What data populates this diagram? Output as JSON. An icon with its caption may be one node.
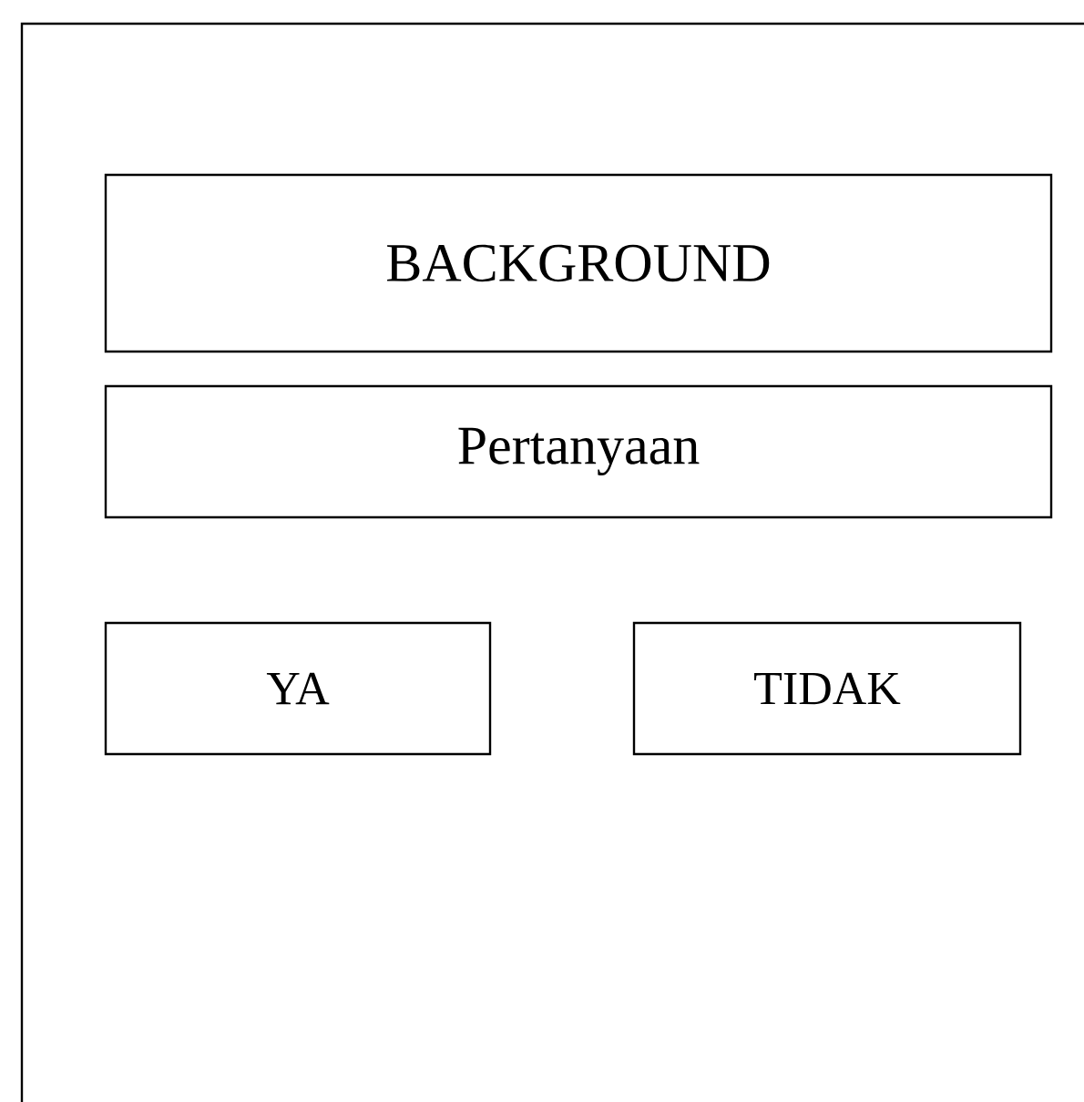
{
  "diagram": {
    "nodes": [
      {
        "text": [],
        "shape": "box"
      },
      {
        "text": [
          "BACKGROUND"
        ],
        "in": 0
      },
      {
        "text": [
          "Pertanyaan"
        ],
        "in": 0
      },
      {
        "text": [
          "YA"
        ],
        "in": 0
      },
      {
        "text": [
          "TIDAK"
        ],
        "in": 0
      }
    ]
  }
}
